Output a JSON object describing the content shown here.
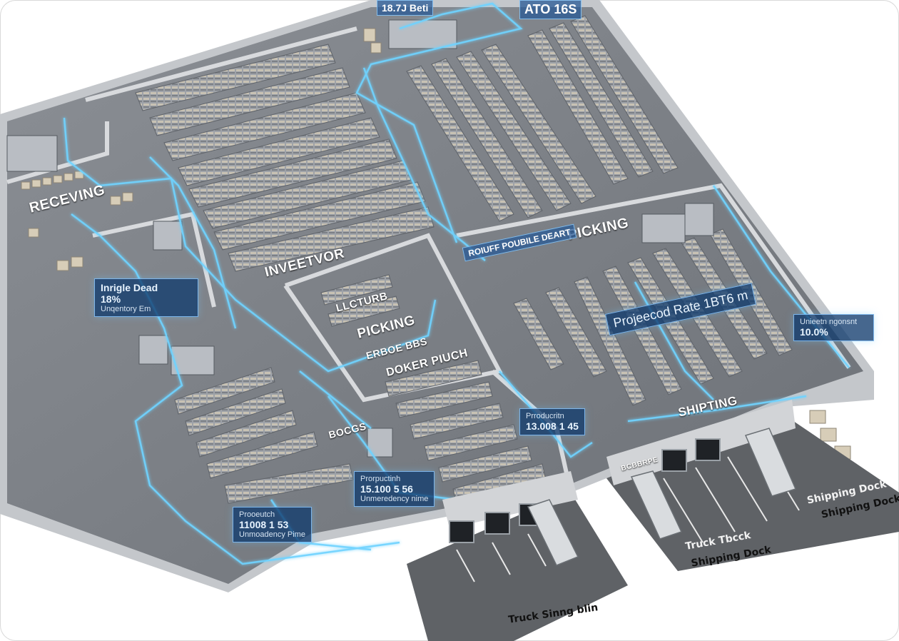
{
  "colors": {
    "floor": "#7d8187",
    "wall": "#c9ccd0",
    "glow": "#6fd3ff",
    "overlay": "#1f5d9a",
    "dock": "#5a5d61"
  },
  "labels": {
    "top_left_tag": "18.7J  Beti",
    "top_right_tag": "ATO 16S",
    "receiving": "RECEVING",
    "inventory": "INVEETVOR",
    "picking_top": "PICKING",
    "picking_mid": "PICKING",
    "section_top_right": "POUBILE DEART",
    "section_top_right_small": "ROIUFF",
    "packing_a": "LLCTURB",
    "packing_b": "ERBOE BBS",
    "docker": "DOKER PIUCH",
    "shipping": "SHIPTING",
    "bocks": "BOCGS",
    "dock_left_small": "BCBBRPE"
  },
  "overlays": {
    "left": {
      "line1": "Inrigle Dead",
      "line2": "18%",
      "line3": "Unqentory  Em"
    },
    "projected": {
      "line1": "Projeecod Rate  1BT6  m"
    },
    "right": {
      "line1": "Unieetn ngonsnt",
      "line2": "10.0%"
    },
    "mid_right": {
      "line1": "Prroducritn",
      "line2": "13.008  1 45"
    },
    "mid_bottom": {
      "line1": "Prorpuctinh",
      "line2": "15.100  5 56",
      "line3": "Unmeredency nime"
    },
    "bottom_left": {
      "line1": "Prooeutch",
      "line2": "11008  1 53",
      "line3": "Unmoadency Pime"
    }
  },
  "dock_labels": {
    "truck_shipping": "Truck Sinng blin",
    "truck_tbcck": "Truck Tbcck",
    "shipping_dock_a": "Shipping Dock",
    "shipping_dock_b": "Shipping Dock",
    "shipping_dock_c": "Shipping Dock"
  }
}
